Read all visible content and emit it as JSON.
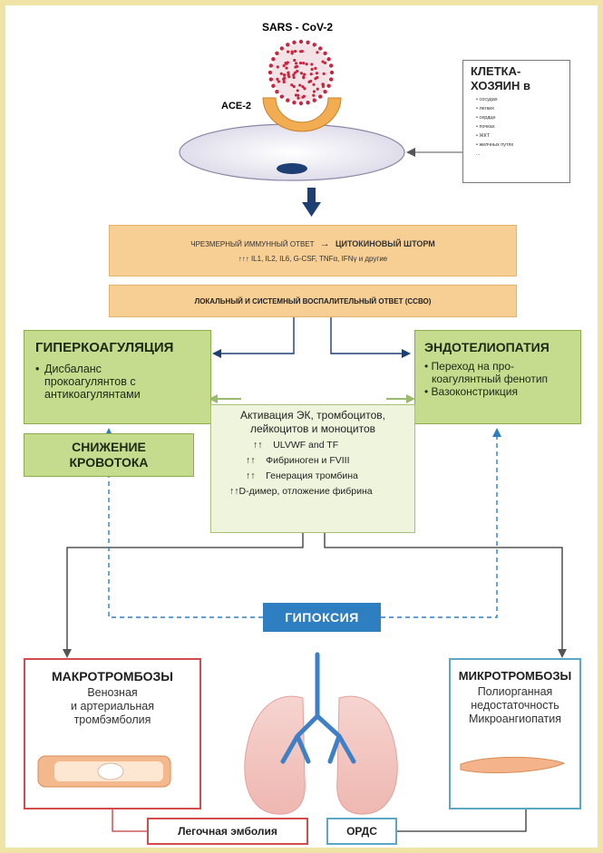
{
  "virus_label": "SARS - CoV-2",
  "receptor_label": "ACE-2",
  "host_cell": {
    "title_line1": "КЛЕТКА-",
    "title_line2": "ХОЗЯИН в",
    "items": [
      "сосудах",
      "легких",
      "сердце",
      "почках",
      "ЖКТ",
      "желчных путях"
    ],
    "ellipsis": "..."
  },
  "immune": {
    "line1_left": "ЧРЕЗМЕРНЫЙ ИММУННЫЙ ОТВЕТ",
    "arrow": "→",
    "line1_right": "ЦИТОКИНОВЫЙ ШТОРМ",
    "line2": "↑↑↑ IL1, IL2, IL6, G-CSF, TNFα, IFNγ и другие"
  },
  "sirs": "ЛОКАЛЬНЫЙ И СИСТЕМНЫЙ ВОСПАЛИТЕЛЬНЫЙ ОТВЕТ (ССВО)",
  "hypercoag": {
    "title": "ГИПЕРКОАГУЛЯЦИЯ",
    "bullet": "•",
    "text_lines": [
      "Дисбаланс",
      "прокоагулянтов с",
      "антикоагулянтами"
    ]
  },
  "endothelio": {
    "title": "ЭНДОТЕЛИОПАТИЯ",
    "items": [
      [
        "• Переход на про-",
        "коагулянтный фенотип"
      ],
      [
        "• Вазоконстрикция"
      ]
    ]
  },
  "bloodflow": {
    "line1": "СНИЖЕНИЕ",
    "line2": "КРОВОТОКА"
  },
  "activation": {
    "heading_lines": [
      "Активация ЭК, тромбоцитов,",
      "лейкоцитов и моноцитов"
    ],
    "rows": [
      {
        "arrows": "↑↑",
        "text": "ULVWF and TF"
      },
      {
        "arrows": "↑↑",
        "text": "Фибриноген и FVIII"
      },
      {
        "arrows": "↑↑",
        "text": "Генерация тромбина"
      },
      {
        "arrows": "↑↑",
        "text": "D-димер, отложение фибрина"
      }
    ]
  },
  "hypoxia": "ГИПОКСИЯ",
  "macro": {
    "title": "МАКРОТРОМБОЗЫ",
    "lines": [
      "Венозная",
      "и артериальная",
      "тромбэмболия"
    ]
  },
  "micro": {
    "title": "МИКРОТРОМБОЗЫ",
    "lines": [
      "Полиорганная",
      "недостаточность",
      "Микроангиопатия"
    ]
  },
  "pe": "Легочная эмболия",
  "ards": "ОРДС",
  "colors": {
    "frame": "#efe4a6",
    "orange_box": "#f7cf95",
    "green_box": "#c5db8e",
    "green_border": "#8cad4a",
    "light_green_box": "#eef5dc",
    "macro_border": "#d34b4b",
    "micro_border": "#5aa8c6",
    "hypoxia_blue": "#2e7fc2",
    "arrow_navy": "#1e3f73",
    "virus_red": "#c8253e",
    "receptor_orange": "#f2ad52"
  }
}
